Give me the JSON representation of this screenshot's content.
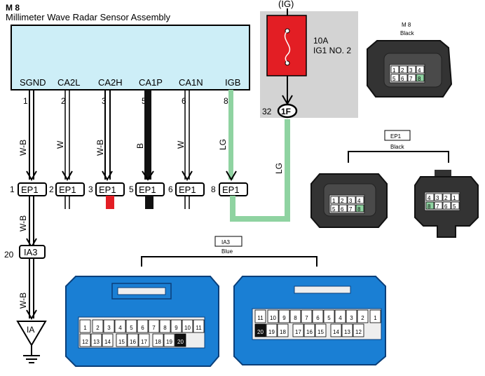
{
  "component": {
    "id": "M 8",
    "name": "Millimeter Wave Radar Sensor Assembly",
    "fill": "#cdeef7"
  },
  "terminals": [
    {
      "name": "SGND",
      "pin": "1",
      "wire": "W-B",
      "ep_pin": "1"
    },
    {
      "name": "CA2L",
      "pin": "2",
      "wire": "W",
      "ep_pin": "2"
    },
    {
      "name": "CA2H",
      "pin": "3",
      "wire": "W-B",
      "ep_pin": "3"
    },
    {
      "name": "CA1P",
      "pin": "5",
      "wire": "B",
      "ep_pin": "5"
    },
    {
      "name": "CA1N",
      "pin": "6",
      "wire": "W",
      "ep_pin": "6"
    },
    {
      "name": "IGB",
      "pin": "8",
      "wire": "LG",
      "ep_pin": "8"
    }
  ],
  "ep_connector": "EP1",
  "fuse": {
    "source": "(IG)",
    "rating": "10A",
    "name": "IG1 NO. 2",
    "color": "#e31e24",
    "box_color": "#d3d3d3"
  },
  "junction": {
    "pin": "32",
    "label": "1F",
    "wire": "LG"
  },
  "lg_color": "#8fd3a1",
  "ia3": {
    "pin": "20",
    "label": "IA3",
    "wire": "W-B",
    "ground": "IA"
  },
  "connector_views": {
    "m8": {
      "title": "M 8",
      "color": "Black",
      "top_row": [
        "1",
        "2",
        "3",
        "4"
      ],
      "bottom_row": [
        "5",
        "6",
        "7",
        "8"
      ]
    },
    "ep1": {
      "title": "EP1",
      "color": "Black",
      "left_top": [
        "1",
        "2",
        "3",
        "4"
      ],
      "left_bottom": [
        "5",
        "6",
        "7",
        "8"
      ],
      "right_top": [
        "4",
        "3",
        "2",
        "1"
      ],
      "right_bottom": [
        "8",
        "7",
        "6",
        "5"
      ]
    },
    "ia3": {
      "title": "IA3",
      "color": "Blue",
      "fill": "#1a7fd4",
      "left_top": [
        "1",
        "2",
        "3",
        "4",
        "5",
        "6",
        "7",
        "8",
        "9",
        "10",
        "11"
      ],
      "left_bottom": [
        "12",
        "13",
        "14",
        "15",
        "16",
        "17",
        "18",
        "19",
        "20"
      ],
      "right_top": [
        "11",
        "10",
        "9",
        "8",
        "7",
        "6",
        "5",
        "4",
        "3",
        "2",
        "1"
      ],
      "right_bottom": [
        "20",
        "19",
        "18",
        "17",
        "16",
        "15",
        "14",
        "13",
        "12"
      ]
    }
  }
}
